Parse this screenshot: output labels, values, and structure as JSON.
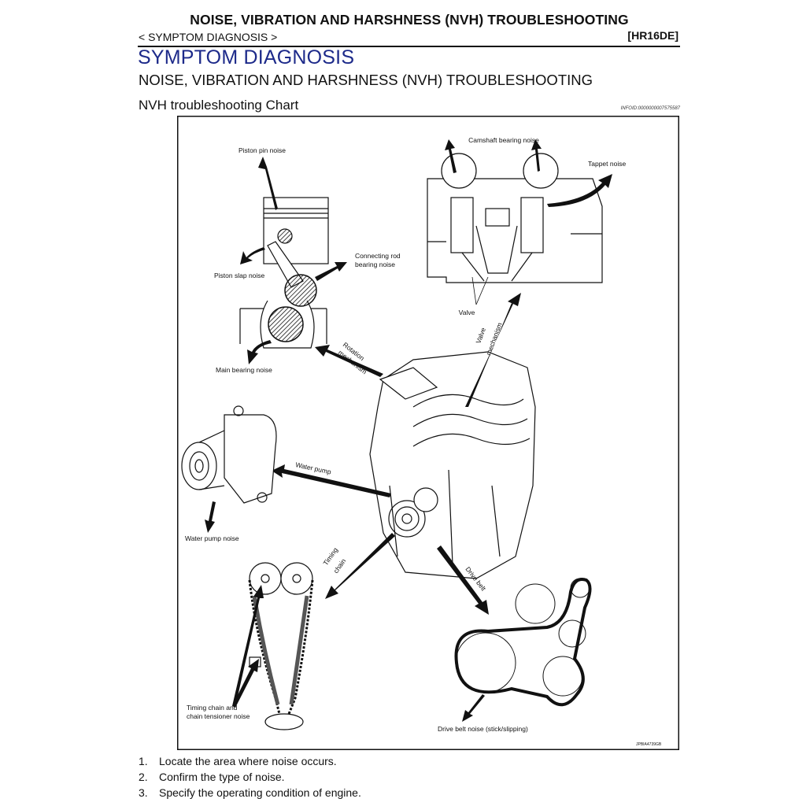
{
  "header": {
    "title": "NOISE, VIBRATION AND HARSHNESS (NVH) TROUBLESHOOTING",
    "breadcrumb": "< SYMPTOM DIAGNOSIS >",
    "engine_code": "[HR16DE]"
  },
  "section_title": "SYMPTOM DIAGNOSIS",
  "subsection_title": "NOISE, VIBRATION AND HARSHNESS (NVH) TROUBLESHOOTING",
  "chart_title": "NVH troubleshooting Chart",
  "info_id": "INFOID:0000000007575587",
  "figure": {
    "labels": {
      "piston_pin_noise": "Piston pin noise",
      "piston_slap_noise": "Piston slap noise",
      "connecting_rod_line1": "Connecting rod",
      "connecting_rod_line2": "bearing noise",
      "main_bearing_noise": "Main bearing noise",
      "camshaft_bearing_noise": "Camshaft bearing noise",
      "tappet_noise": "Tappet noise",
      "valve": "Valve",
      "valve_mechanism_line1": "Valve",
      "valve_mechanism_line2": "mechanism",
      "rotation_mechanism_line1": "Rotation",
      "rotation_mechanism_line2": "mechanism",
      "water_pump": "Water pump",
      "water_pump_noise": "Water pump noise",
      "timing_chain_line1": "Timing",
      "timing_chain_line2": "chain",
      "drive_belt": "Drive belt",
      "timing_chain_noise_line1": "Timing chain and",
      "timing_chain_noise_line2": "chain tensioner noise",
      "drive_belt_noise": "Drive belt noise (stick/slipping)",
      "figure_code": "JPBIA4739GB"
    }
  },
  "steps": [
    {
      "num": "1.",
      "text": "Locate the area where noise occurs."
    },
    {
      "num": "2.",
      "text": "Confirm the type of noise."
    },
    {
      "num": "3.",
      "text": "Specify the operating condition of engine."
    }
  ]
}
